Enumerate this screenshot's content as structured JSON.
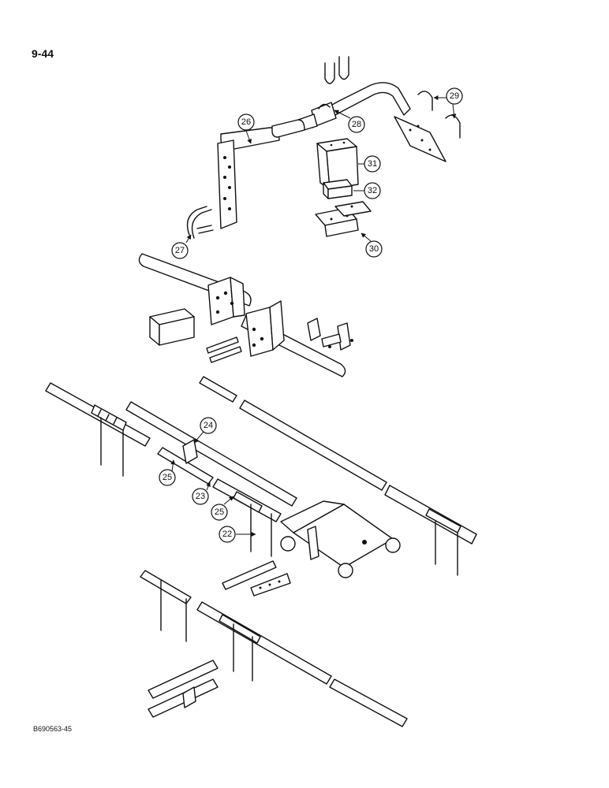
{
  "page_number": "9-44",
  "doc_code": "B690563-45",
  "callouts": [
    "22",
    "23",
    "24",
    "25",
    "25",
    "26",
    "27",
    "28",
    "29",
    "30",
    "31",
    "32"
  ],
  "colors": {
    "ink": "#111111",
    "paper": "#ffffff"
  }
}
